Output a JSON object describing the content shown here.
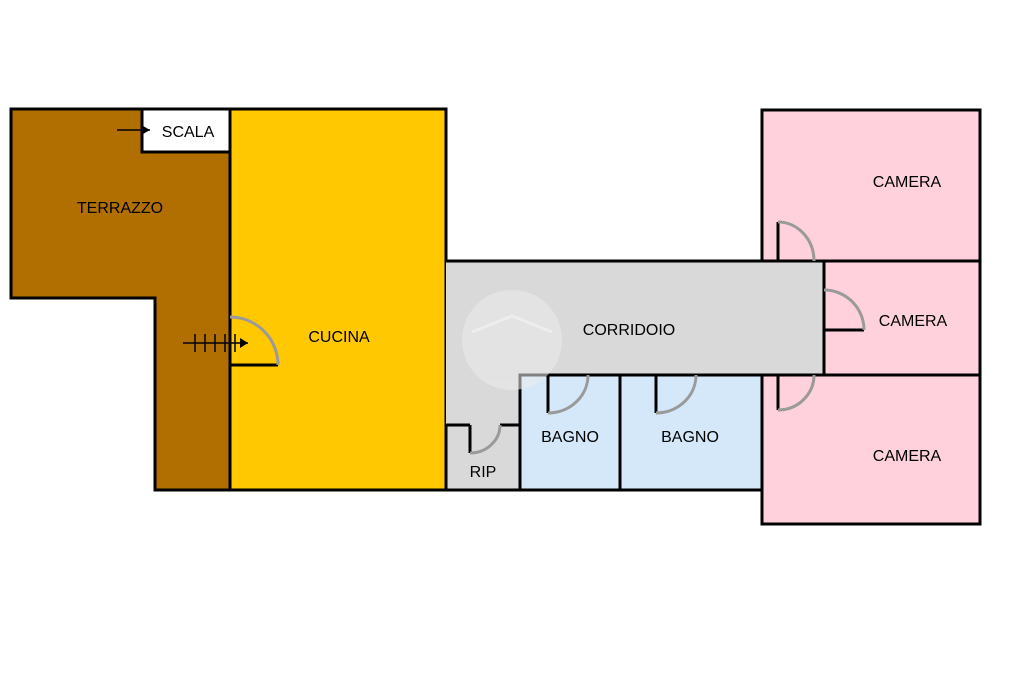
{
  "plan": {
    "rooms": {
      "terrazzo": {
        "label": "TERRAZZO",
        "color": "#b06f00"
      },
      "scala": {
        "label": "SCALA",
        "color": "#ffffff"
      },
      "cucina": {
        "label": "CUCINA",
        "color": "#ffc800"
      },
      "corridoio": {
        "label": "CORRIDOIO",
        "color": "#d9d9d9"
      },
      "rip": {
        "label": "RIP",
        "color": "#d9d9d9"
      },
      "bagno_1": {
        "label": "BAGNO",
        "color": "#d4e8fa"
      },
      "bagno_2": {
        "label": "BAGNO",
        "color": "#d4e8fa"
      },
      "camera_1": {
        "label": "CAMERA",
        "color": "#ffd1dc"
      },
      "camera_2": {
        "label": "CAMERA",
        "color": "#ffd1dc"
      },
      "camera_3": {
        "label": "CAMERA",
        "color": "#ffd1dc"
      }
    },
    "icons": {
      "stair_arrow": "arrow-right-icon",
      "stair_direction": "stair-arrow-icon",
      "watermark": "watermark-logo-icon"
    }
  }
}
